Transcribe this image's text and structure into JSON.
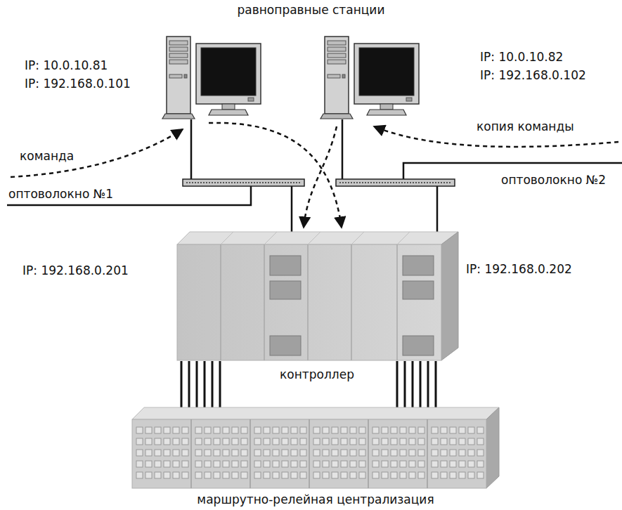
{
  "diagram": {
    "title": "равноправные станции",
    "nodes": [
      {
        "text": [
          "IP: 10.0.10.81",
          "IP: 192.168.0.101"
        ]
      },
      {
        "text": [
          "IP: 10.0.10.82",
          "IP: 192.168.0.102"
        ]
      },
      {
        "text": [
          "IP: 192.168.0.201",
          "контроллер",
          "IP: 192.168.0.202"
        ]
      },
      {
        "text": [
          "маршрутно-релейная централизация"
        ]
      }
    ],
    "edges": [
      {
        "from": 0,
        "to": 2,
        "arrow": "none"
      },
      {
        "from": 1,
        "to": 2,
        "arrow": "none"
      },
      {
        "from": 0,
        "to": 2,
        "arrow": "to"
      },
      {
        "from": 1,
        "to": 2,
        "arrow": "to"
      },
      {
        "from": 2,
        "to": 3,
        "arrow": "none"
      },
      {
        "from": 2,
        "to": 3,
        "arrow": "none"
      }
    ],
    "labels": [
      "команда",
      "копия команды",
      "оптоволокно №1",
      "оптоволокно №2"
    ]
  }
}
